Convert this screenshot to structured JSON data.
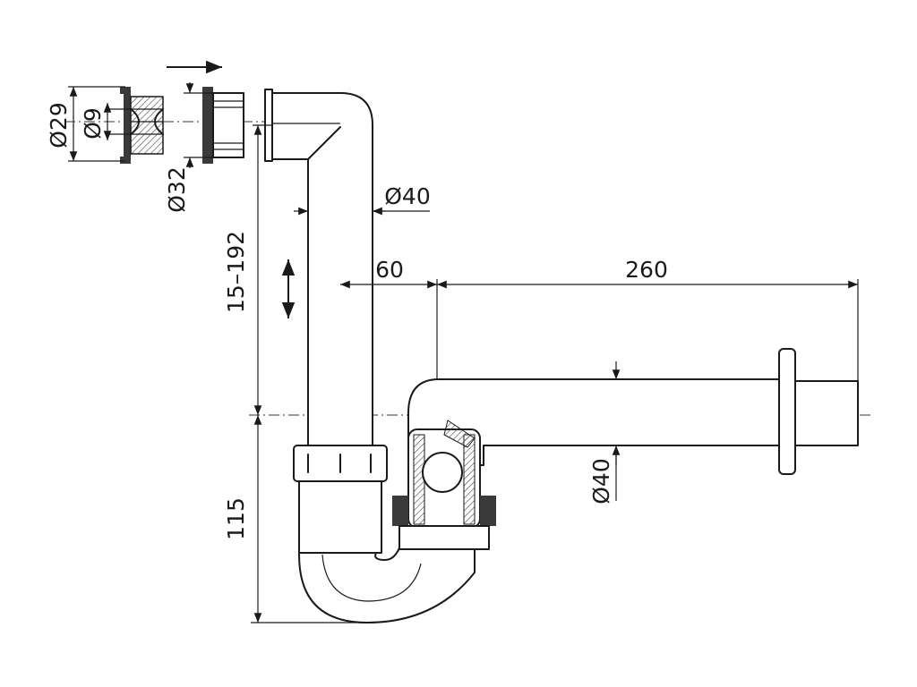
{
  "dimensions": {
    "outer_diameter_fitting": "Ø29",
    "inner_diameter_fitting": "Ø9",
    "adapter_diameter": "Ø32",
    "pipe_diameter_vertical": "Ø40",
    "horizontal_offset": "60",
    "horizontal_length": "260",
    "height_adjustment": "15–192",
    "trap_height": "115",
    "pipe_diameter_horizontal": "Ø40"
  },
  "colors": {
    "line": "#1a1a1a",
    "background": "#ffffff"
  }
}
